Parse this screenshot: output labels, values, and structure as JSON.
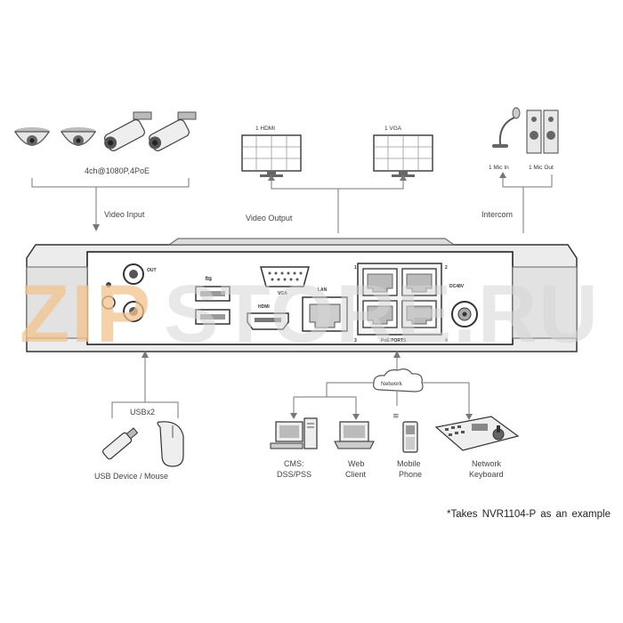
{
  "cameras": {
    "label": "4ch@1080P,4PoE"
  },
  "video_input": {
    "label": "Video Input"
  },
  "video_output": {
    "label": "Video Output",
    "hdmi_label": "1 HDMI",
    "vga_label": "1 VGA"
  },
  "intercom": {
    "label": "Intercom",
    "mic_in_label": "1 Mic In",
    "mic_out_label": "1 Mic Out"
  },
  "nvr_panel": {
    "port_labels": {
      "out": "OUT",
      "vga": "VGA",
      "hdmi": "HDMI",
      "lan": "LAN",
      "poe": "PoE PORTS",
      "power": "DC48V",
      "poe_num_1": "1",
      "poe_num_2": "2",
      "poe_num_3": "3",
      "poe_num_4": "4"
    }
  },
  "watermark": {
    "zip": "ZIP",
    "rest": "STORE.RU"
  },
  "usb": {
    "group_label": "USBx2",
    "device_label": "USB Device / Mouse"
  },
  "network": {
    "cloud_label": "Network",
    "cms_label_1": "CMS:",
    "cms_label_2": "DSS/PSS",
    "web_label_1": "Web",
    "web_label_2": "Client",
    "mobile_label_1": "Mobile",
    "mobile_label_2": "Phone",
    "keyboard_label_1": "Network",
    "keyboard_label_2": "Keyboard"
  },
  "footnote": "*Takes NVR1104-P as an example"
}
